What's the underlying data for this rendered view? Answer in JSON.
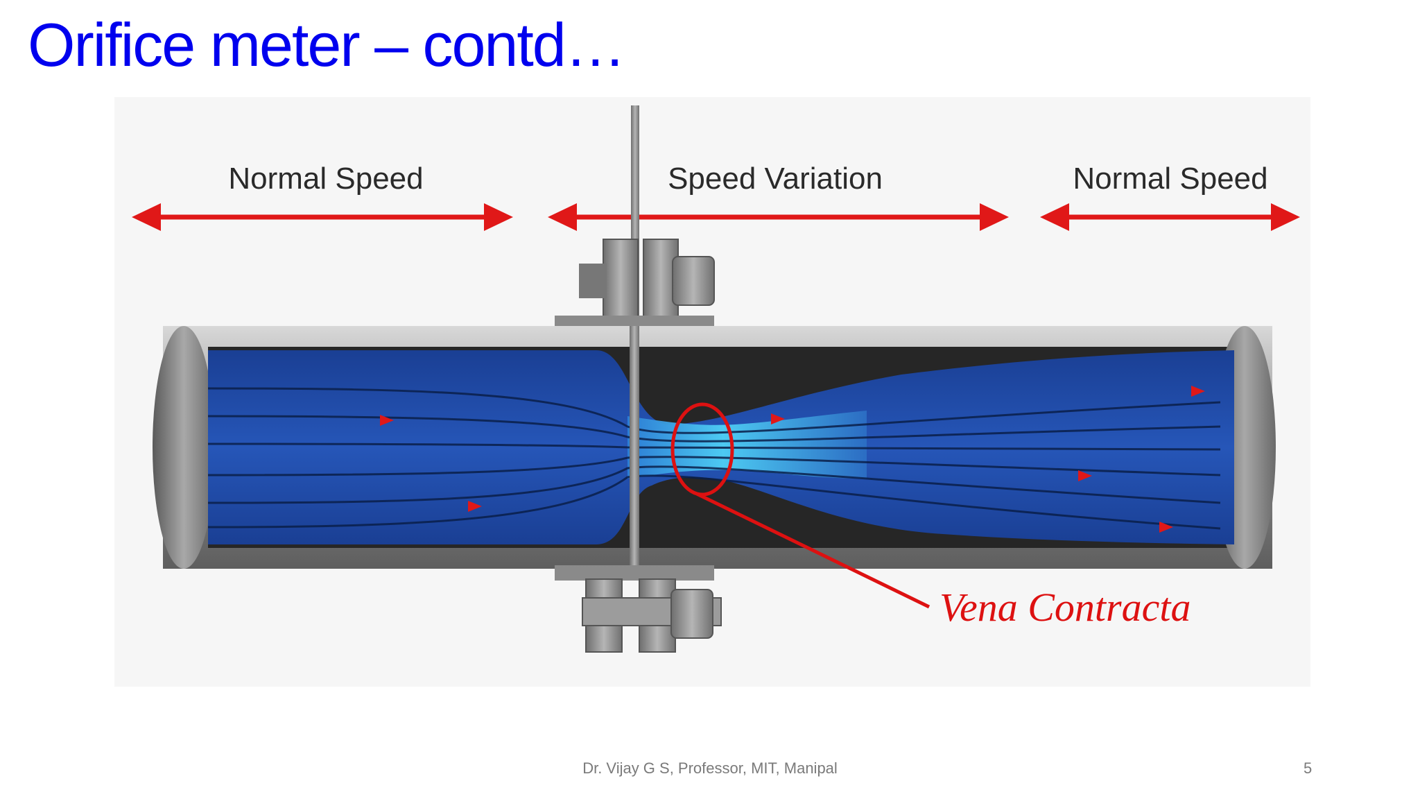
{
  "slide": {
    "title": "Orifice meter – contd…",
    "footer": "Dr. Vijay G S, Professor, MIT, Manipal",
    "page_number": "5"
  },
  "diagram": {
    "labels": {
      "normal_speed_left": "Normal Speed",
      "speed_variation": "Speed Variation",
      "normal_speed_right": "Normal Speed",
      "vena_contracta": "Vena Contracta"
    },
    "colors": {
      "arrow": "#e01818",
      "annotation": "#dd1111",
      "water": "#1e4aa8",
      "jet": "#38c6f2",
      "pipe": "#9a9a9a"
    }
  }
}
